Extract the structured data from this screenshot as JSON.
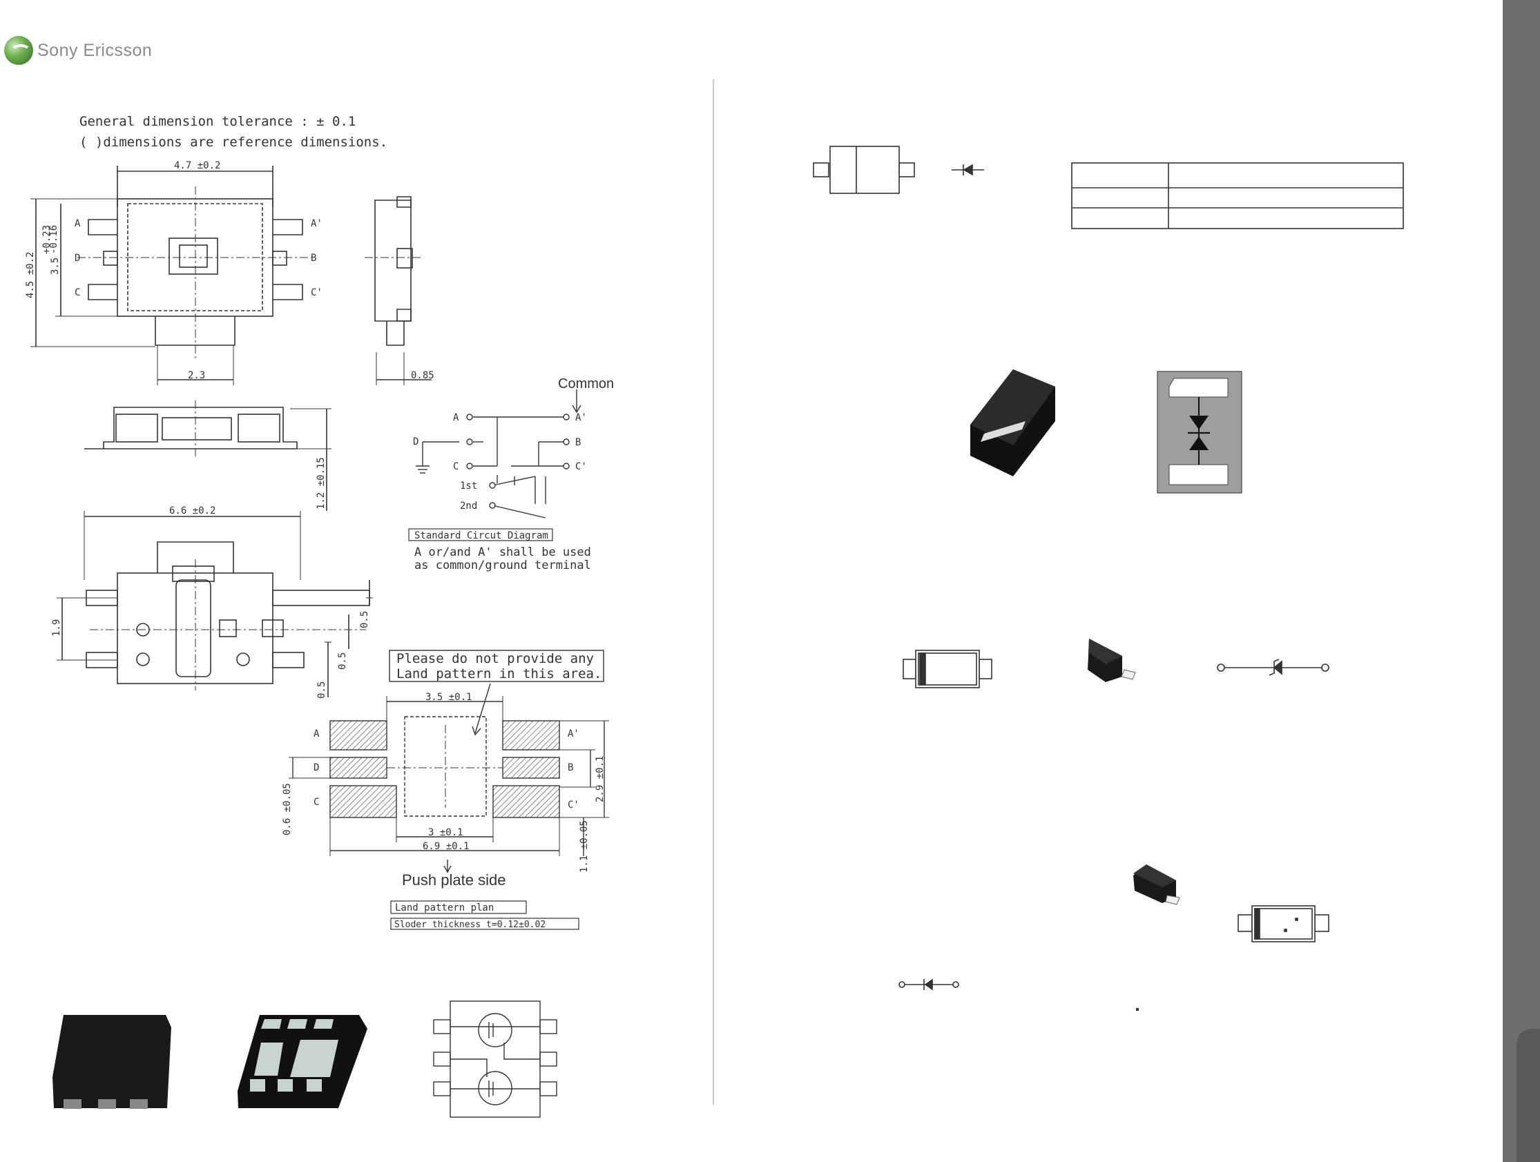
{
  "brand": {
    "name": "Sony Ericsson"
  },
  "notes": {
    "tolerance": "General dimension tolerance : ± 0.1",
    "reference": "( )dimensions are reference dimensions."
  },
  "switch_dims": {
    "width_top": "4.7 ±0.2",
    "height_left": "4.5 ±0.2",
    "height_inner": "3.5",
    "height_inner_tol_plus": "+0.23",
    "height_inner_tol_minus": "-0.16",
    "foot_width": "2.3",
    "side_depth": "0.85",
    "profile_height": "1.2 ±0.15",
    "body_width": "6.6 ±0.2",
    "pitch_left": "1.9",
    "dim_05_a": "0.5",
    "dim_05_b": "0.5",
    "dim_05_c": "0.5"
  },
  "pins": {
    "a": "A",
    "a2": "A'",
    "b": "B",
    "c": "C",
    "c2": "C'",
    "d": "D"
  },
  "circuit": {
    "common": "Common",
    "first": "1st",
    "second": "2nd",
    "caption": "Standard Circut Diagram",
    "note_line1": "A or/and A' shall be used",
    "note_line2": "as common/ground terminal"
  },
  "land": {
    "warning_line1": "Please do not provide any",
    "warning_line2": "Land pattern in this area.",
    "top_dim": "3.5 ±0.1",
    "inner_dim": "3 ±0.1",
    "total_dim": "6.9 ±0.1",
    "right_dim": "2.9 ±0.1",
    "pad_dim_left": "0.6 ±0.05",
    "pad_dim_right": "1.1 ±0.05",
    "push_side": "Push plate side",
    "plan_caption": "Land pattern plan",
    "solder_caption": "Sloder thickness  t=0.12±0.02"
  },
  "table": {
    "rows": 3,
    "cols": 2
  },
  "colors": {
    "ink": "#222222",
    "hatch": "#555555",
    "part_dark": "#1a1a1a",
    "pad_light": "#c8d4cf",
    "logo_green": "#4a8f35"
  }
}
